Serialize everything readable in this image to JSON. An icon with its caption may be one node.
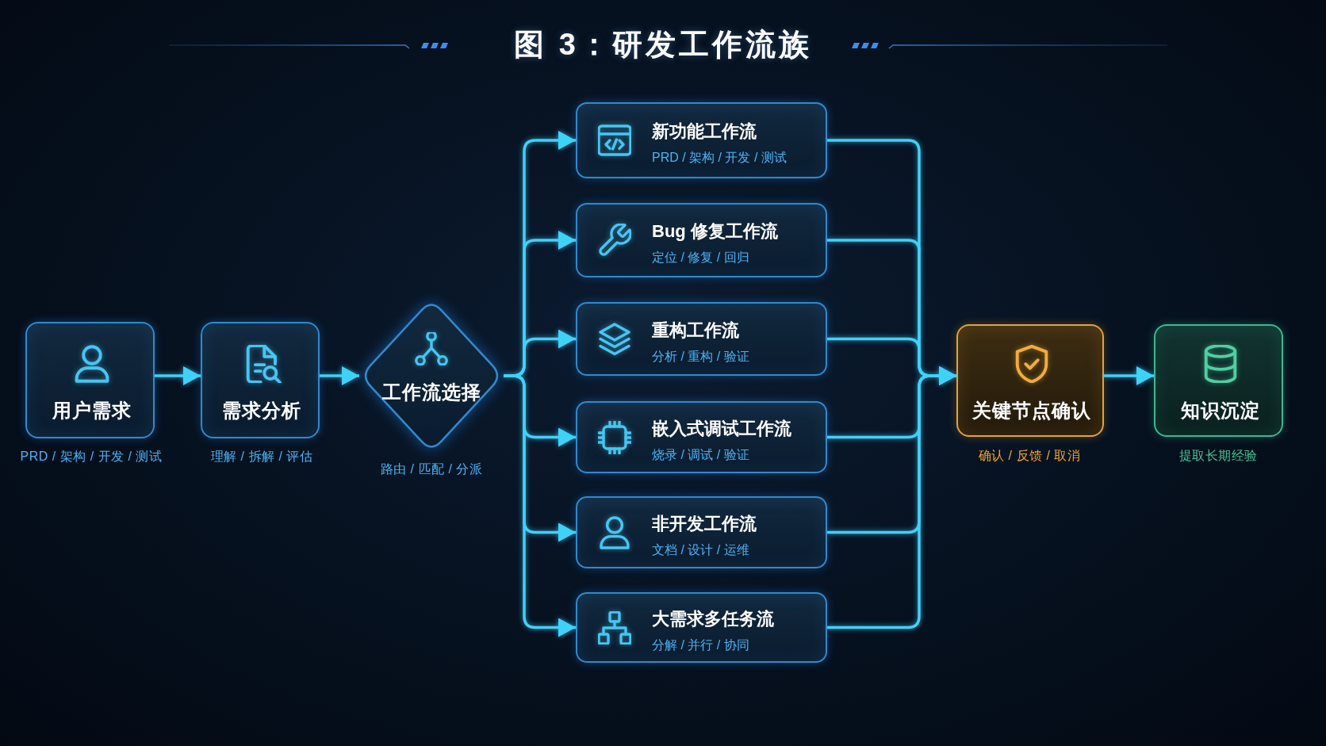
{
  "diagram": {
    "title": "图 3：研发工作流族",
    "nodes": [
      {
        "text": [
          "用户需求"
        ],
        "beside": [
          "PRD / 架构 / 开发 / 测试"
        ]
      },
      {
        "text": [
          "需求分析"
        ],
        "beside": [
          "理解 / 拆解 / 评估"
        ]
      },
      {
        "text": [
          "工作流选择"
        ],
        "beside": [
          "路由 / 匹配 / 分派"
        ]
      },
      {
        "text": [
          "新功能工作流",
          "PRD / 架构 / 开发 / 测试"
        ]
      },
      {
        "text": [
          "Bug 修复工作流",
          "定位 / 修复 / 回归"
        ]
      },
      {
        "text": [
          "重构工作流",
          "分析 / 重构 / 验证"
        ]
      },
      {
        "text": [
          "嵌入式调试工作流",
          "烧录 / 调试 / 验证"
        ]
      },
      {
        "text": [
          "非开发工作流",
          "文档 / 设计 / 运维"
        ]
      },
      {
        "text": [
          "大需求多任务流",
          "分解 / 并行 / 协同"
        ]
      },
      {
        "text": [
          "关键节点确认"
        ],
        "beside": [
          "确认 / 反馈 / 取消"
        ]
      },
      {
        "text": [
          "知识沉淀"
        ],
        "beside": [
          "提取长期经验"
        ]
      }
    ],
    "edges": [
      {
        "from": 0,
        "to": 1,
        "arrow": "to"
      },
      {
        "from": 1,
        "to": 2,
        "arrow": "to"
      },
      {
        "from": 2,
        "to": 3,
        "arrow": "to"
      },
      {
        "from": 2,
        "to": 4,
        "arrow": "to"
      },
      {
        "from": 2,
        "to": 5,
        "arrow": "to"
      },
      {
        "from": 2,
        "to": 6,
        "arrow": "to"
      },
      {
        "from": 2,
        "to": 7,
        "arrow": "to"
      },
      {
        "from": 2,
        "to": 8,
        "arrow": "to"
      },
      {
        "from": 3,
        "to": 9,
        "arrow": "to"
      },
      {
        "from": 4,
        "to": 9,
        "arrow": "to"
      },
      {
        "from": 5,
        "to": 9,
        "arrow": "to"
      },
      {
        "from": 6,
        "to": 9,
        "arrow": "to"
      },
      {
        "from": 7,
        "to": 9,
        "arrow": "to"
      },
      {
        "from": 8,
        "to": 9,
        "arrow": "to"
      },
      {
        "from": 9,
        "to": 10,
        "arrow": "to"
      }
    ]
  }
}
